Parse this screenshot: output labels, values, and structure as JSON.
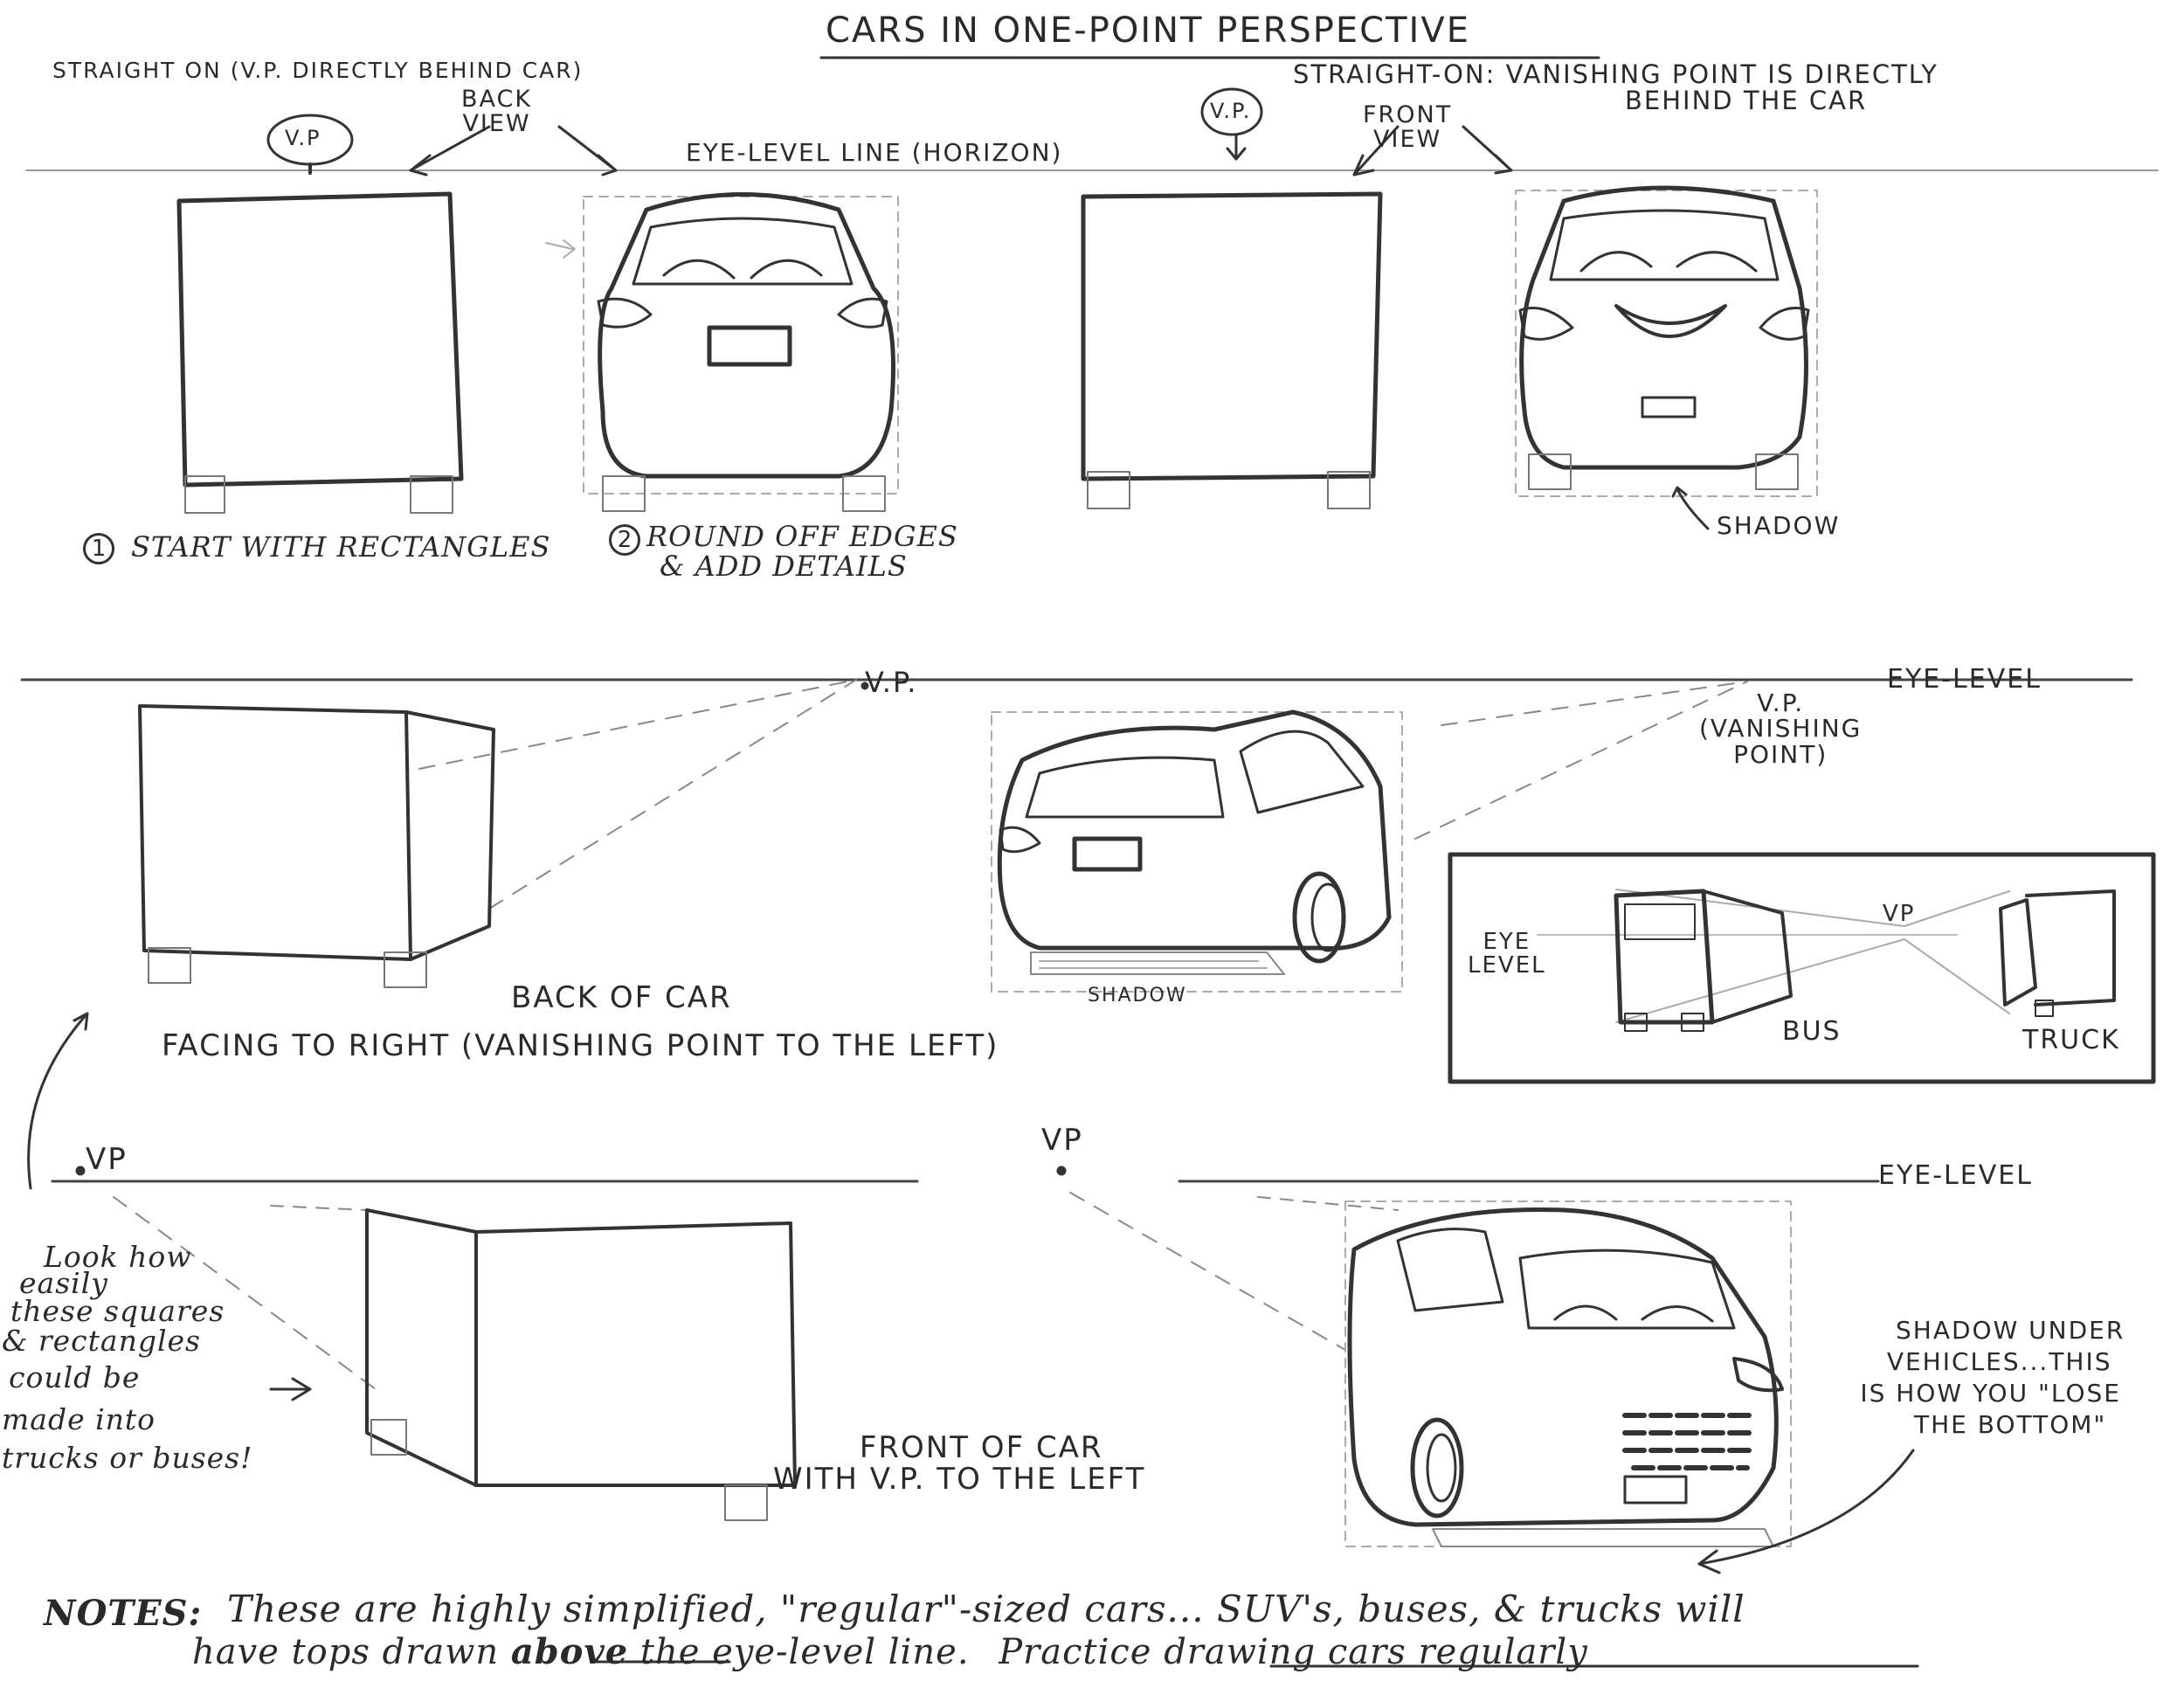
{
  "page": {
    "title": "CARS IN ONE-POINT PERSPECTIVE",
    "top_left_heading": "STRAIGHT ON (V.P. DIRECTLY BEHIND CAR)",
    "top_right_heading_line1": "STRAIGHT-ON: VANISHING POINT IS DIRECTLY",
    "top_right_heading_line2": "BEHIND THE CAR",
    "eye_level_horizon": "EYE-LEVEL LINE (HORIZON)",
    "vp_short": "V.P",
    "vp_label": "V.P.",
    "back_view_line1": "BACK",
    "back_view_line2": "VIEW",
    "front_view_line1": "FRONT",
    "front_view_line2": "VIEW",
    "step1": "START WITH RECTANGLES",
    "step1_num": "1",
    "step2_line1": "ROUND OFF EDGES",
    "step2_line2": "& ADD DETAILS",
    "step2_num": "2",
    "shadow": "SHADOW",
    "eye_level": "EYE-LEVEL",
    "vanishing_point_line1": "V.P.",
    "vanishing_point_line2": "(VANISHING",
    "vanishing_point_line3": "POINT)",
    "back_of_car": "BACK OF CAR",
    "facing_right": "FACING TO RIGHT (VANISHING POINT TO THE LEFT)",
    "inset_eye_line1": "EYE",
    "inset_eye_line2": "LEVEL",
    "inset_vp": "VP",
    "bus": "BUS",
    "truck": "TRUCK",
    "vp_plain": "VP",
    "side_note_lines": [
      "Look how",
      "easily",
      "these squares",
      "& rectangles",
      "could be",
      "made into",
      "trucks or buses!"
    ],
    "front_of_car_line1": "FRONT OF CAR",
    "front_of_car_line2": "WITH V.P. TO THE LEFT",
    "shadow_under_line1": "SHADOW UNDER",
    "shadow_under_line2": "VEHICLES...THIS",
    "shadow_under_line3": "IS HOW YOU \"LOSE",
    "shadow_under_line4": "THE BOTTOM\"",
    "notes_label": "NOTES:",
    "notes_line1": "These are highly simplified, \"regular\"-sized cars... SUV's, buses, & trucks will",
    "notes_line2_a": "have tops drawn",
    "notes_line2_above": "above",
    "notes_line2_b": "the eye-level line.",
    "notes_line2_practice": "Practice drawing cars regularly"
  }
}
